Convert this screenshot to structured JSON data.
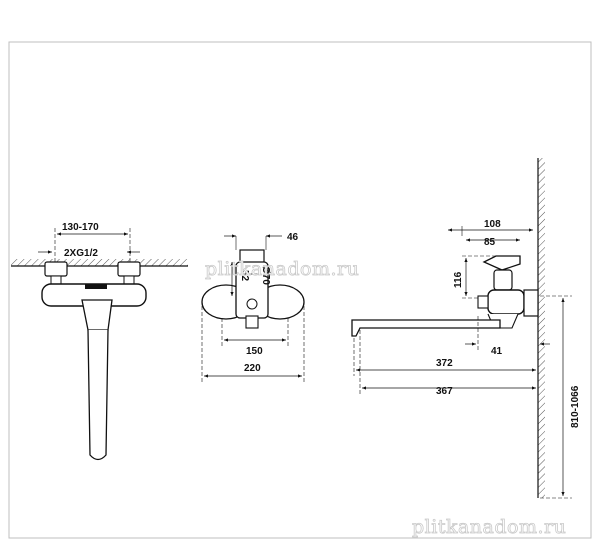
{
  "views": {
    "front": {
      "dim_center_distance": "130-170",
      "dim_connection": "2XG1/2"
    },
    "top": {
      "dim_46": "46",
      "dim_52": "52",
      "dim_diameter": "Ø70",
      "dim_150": "150",
      "dim_220": "220"
    },
    "side": {
      "dim_108": "108",
      "dim_85": "85",
      "dim_116": "116",
      "dim_41": "41",
      "dim_372": "372",
      "dim_367": "367",
      "dim_height": "810-1066"
    }
  },
  "watermarks": {
    "center": "plitkanadom.ru",
    "bottom": "plitkanadom.ru"
  }
}
